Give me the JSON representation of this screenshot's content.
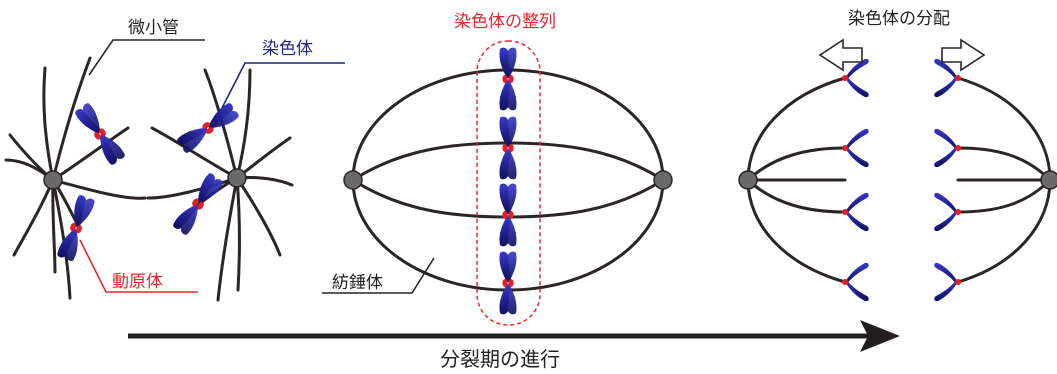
{
  "labels": {
    "microtubule": "微小管",
    "chromosome": "染色体",
    "kinetochore": "動原体",
    "spindle": "紡錘体",
    "alignment": "染色体の整列",
    "distribution": "染色体の分配",
    "progress": "分裂期の進行"
  },
  "colors": {
    "red": "#e8262d",
    "blue": "#24247e",
    "chromosome": "#1c1c8c",
    "kinetochore": "#e01f26",
    "fiber": "#2b2525",
    "pole": "#6a6a6a"
  },
  "icons": {
    "pole": "centrosome",
    "chromosome": "x-shaped chromosome",
    "arrow": "progress-arrow",
    "hollow_arrow": "outline-arrow"
  }
}
